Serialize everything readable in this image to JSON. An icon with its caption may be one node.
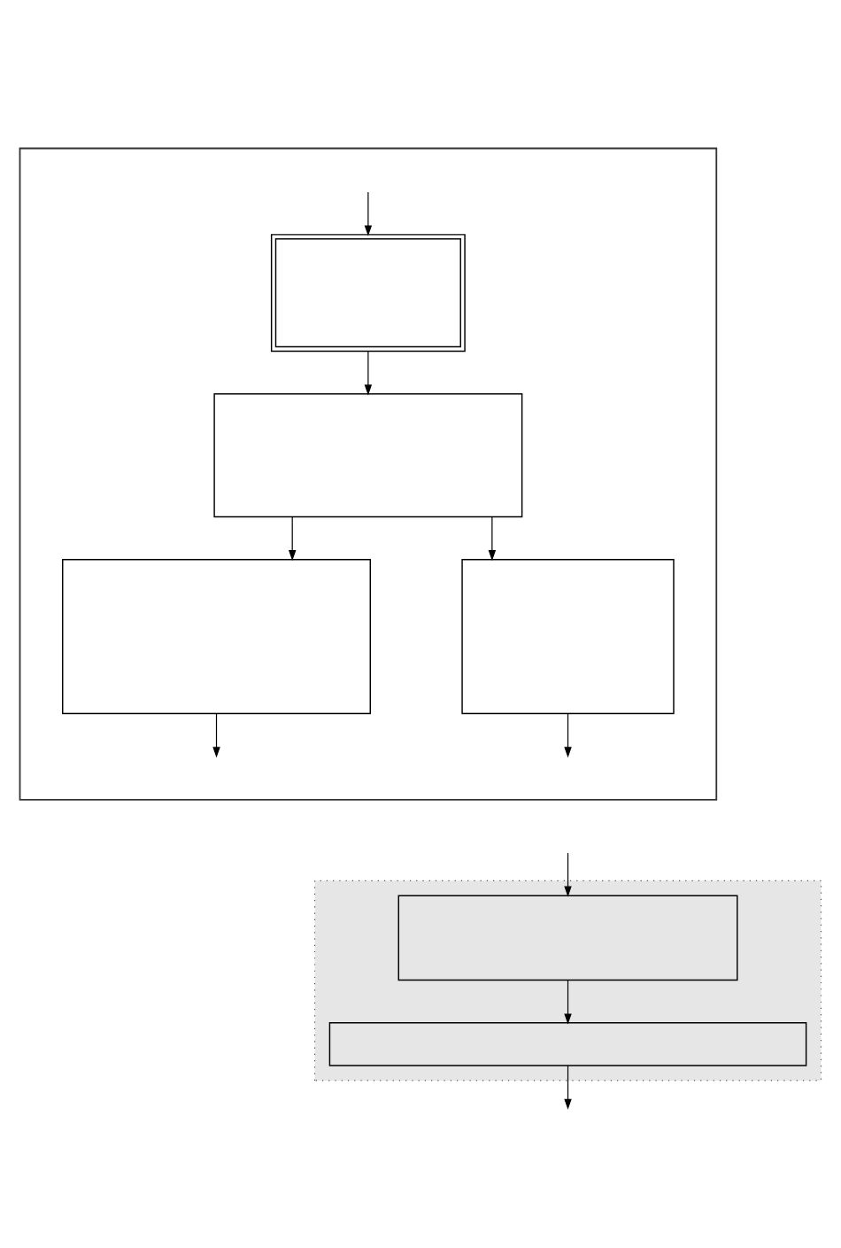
{
  "diagram": {
    "nodes": [
      {
        "text": [],
        "shape": "box"
      },
      {
        "text": [],
        "shape": "box",
        "in": 0
      },
      {
        "text": [],
        "shape": "box",
        "in": 0
      },
      {
        "text": [],
        "shape": "box",
        "in": 0
      },
      {
        "text": [],
        "shape": "box",
        "in": 0
      },
      {
        "text": [],
        "shape": "box"
      },
      {
        "text": [],
        "shape": "box",
        "in": 5
      },
      {
        "text": [],
        "shape": "box",
        "in": 5
      }
    ],
    "edges": [
      {
        "from": null,
        "to": 1,
        "arrow": "to"
      },
      {
        "from": 1,
        "to": 2,
        "arrow": "to"
      },
      {
        "from": 2,
        "to": 3,
        "arrow": "to"
      },
      {
        "from": 2,
        "to": 4,
        "arrow": "to"
      },
      {
        "from": 3,
        "to": null,
        "arrow": "to"
      },
      {
        "from": 4,
        "to": null,
        "arrow": "to"
      },
      {
        "from": null,
        "to": 6,
        "arrow": "to"
      },
      {
        "from": 6,
        "to": 7,
        "arrow": "to"
      },
      {
        "from": 7,
        "to": null,
        "arrow": "to"
      }
    ]
  }
}
